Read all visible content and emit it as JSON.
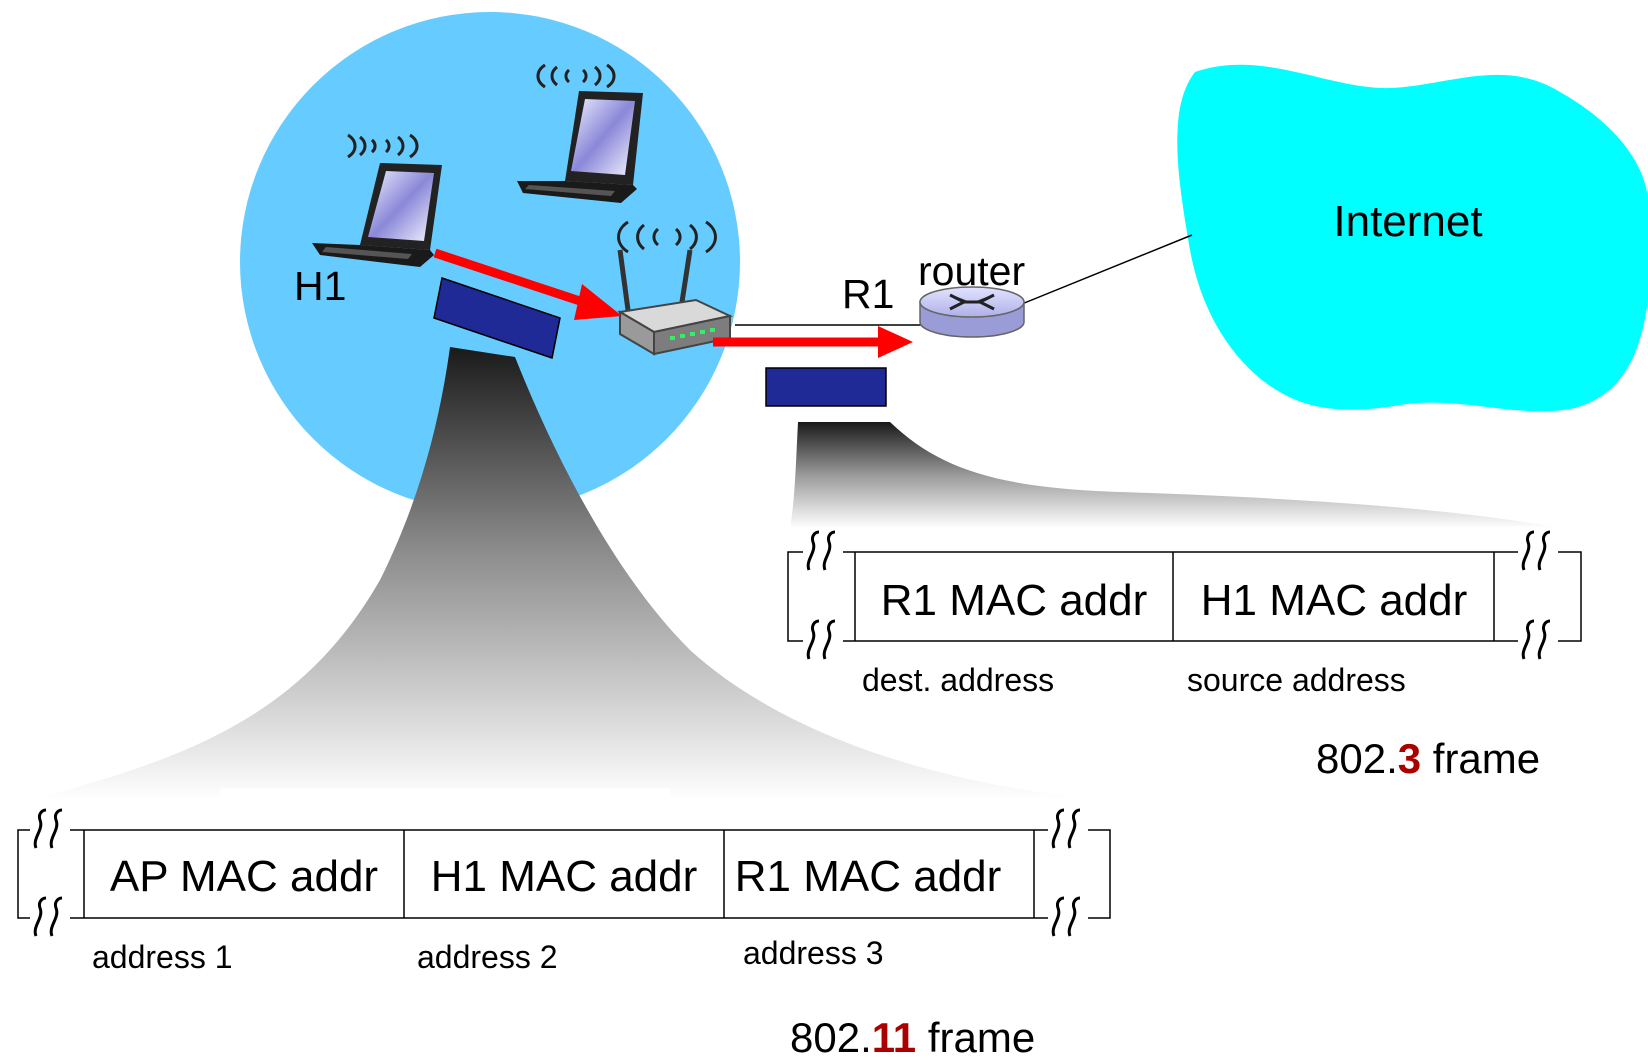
{
  "labels": {
    "h1": "H1",
    "r1": "R1",
    "router": "router",
    "internet": "Internet"
  },
  "frame_80211": {
    "cells": [
      "AP MAC addr",
      "H1 MAC addr",
      "R1 MAC addr"
    ],
    "field_labels": [
      "address 1",
      "address 2",
      "address 3"
    ],
    "caption_prefix": "802.",
    "caption_number": "11",
    "caption_suffix": " frame"
  },
  "frame_8023": {
    "cells": [
      "R1 MAC addr",
      "H1 MAC addr"
    ],
    "field_labels": [
      "dest. address",
      "source address"
    ],
    "caption_prefix": "802.",
    "caption_number": "3",
    "caption_suffix": " frame"
  },
  "colors": {
    "wireless_cell": "#66ccff",
    "internet_cloud": "#00ffff",
    "arrow": "#ff0000",
    "frame_block": "#1f2a96",
    "caption_accent": "#aa0000",
    "router_body": "#c7c9f2"
  },
  "icons": {
    "host": "laptop-icon",
    "access_point": "wireless-router-icon",
    "router": "router-icon",
    "break_mark": "wavy-break-icon"
  }
}
